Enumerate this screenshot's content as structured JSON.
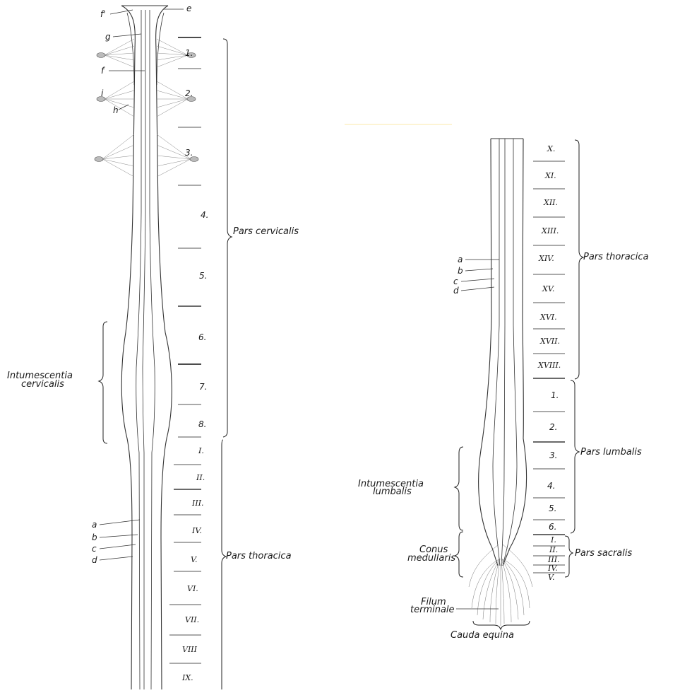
{
  "left_figure": {
    "top_letters": [
      "f'",
      "e",
      "g",
      "f",
      "i",
      "h"
    ],
    "cervical_segments": [
      "1.",
      "2.",
      "3.",
      "4.",
      "5.",
      "6.",
      "7.",
      "8."
    ],
    "thoracic_segments": [
      "I.",
      "II.",
      "III.",
      "IV.",
      "V.",
      "VI.",
      "VII.",
      "VIII",
      "IX."
    ],
    "region_cervical": "Pars cervicalis",
    "region_thoracic": "Pars thoracica",
    "intumescentia_line1": "Intumescentia",
    "intumescentia_line2": "cervicalis",
    "letters": [
      "a",
      "b",
      "c",
      "d"
    ]
  },
  "right_figure": {
    "thoracic_segments": [
      "X.",
      "XI.",
      "XII.",
      "XIII.",
      "XIV.",
      "XV.",
      "XVI.",
      "XVII.",
      "XVIII."
    ],
    "lumbar_segments": [
      "1.",
      "2.",
      "3.",
      "4.",
      "5.",
      "6."
    ],
    "sacral_segments": [
      "I.",
      "II.",
      "III.",
      "IV.",
      "V."
    ],
    "region_thoracic": "Pars thoracica",
    "region_lumbar": "Pars lumbalis",
    "region_sacral": "Pars sacralis",
    "intumescentia_line1": "Intumescentia",
    "intumescentia_line2": "lumbalis",
    "conus_line1": "Conus",
    "conus_line2": "medullaris",
    "filum_line1": "Filum",
    "filum_line2": "terminale",
    "cauda": "Cauda equina",
    "letters": [
      "a",
      "b",
      "c",
      "d"
    ]
  }
}
